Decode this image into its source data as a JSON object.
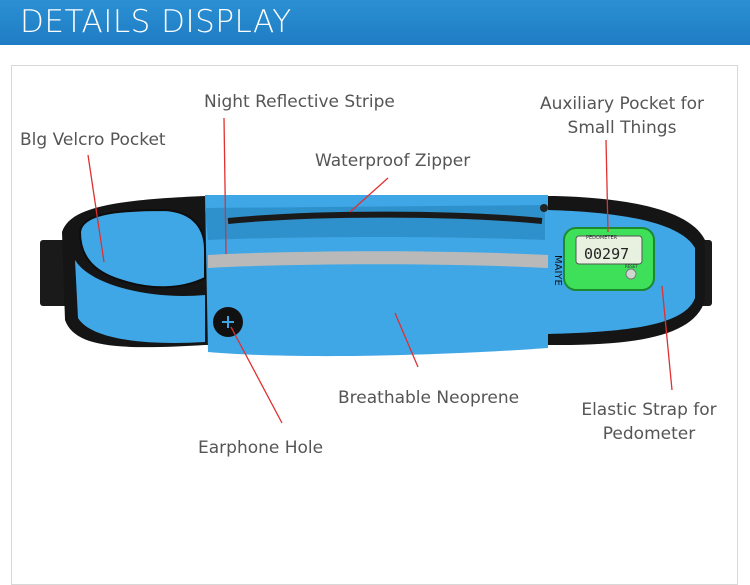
{
  "header": {
    "title": "DETAILS DISPLAY",
    "color": "#2287cb"
  },
  "labels": {
    "night_reflective_stripe": "Night Reflective Stripe",
    "big_velcro_pocket": "Blg Velcro Pocket",
    "waterproof_zipper": "Waterproof Zipper",
    "auxiliary_pocket_line1": "Auxiliary Pocket for",
    "auxiliary_pocket_line2": "Small Things",
    "breathable_neoprene": "Breathable Neoprene",
    "elastic_strap_line1": "Elastic Strap for",
    "elastic_strap_line2": "Pedometer",
    "earphone_hole": "Earphone Hole"
  },
  "product": {
    "brand_mark": "MAIYE",
    "pedometer_title": "PEDOMETER",
    "pedometer_reading": "00297",
    "pedometer_button": "RESET",
    "colors": {
      "body": "#3fa7e6",
      "trim": "#151515",
      "stripe": "#b9b9b9",
      "pedometer": "#3ee05a"
    }
  },
  "pointer_color": "#e03030"
}
